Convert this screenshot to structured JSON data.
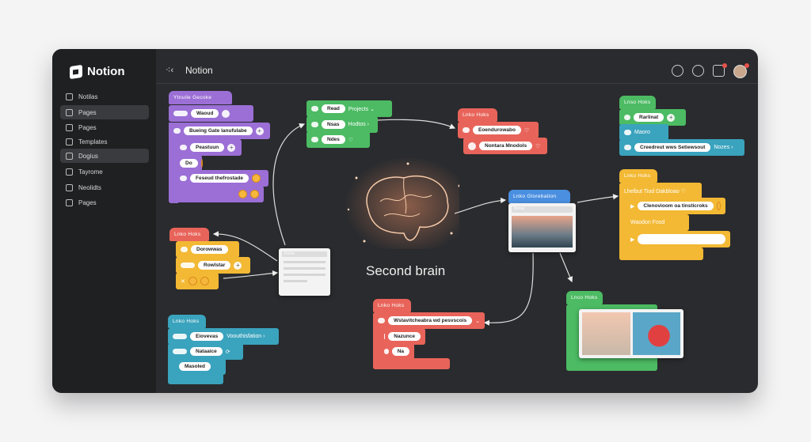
{
  "app": {
    "logo": "Notion",
    "title": "Notion",
    "back_icon": "collapse-icon"
  },
  "sidebar": {
    "items": [
      {
        "label": "Notilas"
      },
      {
        "label": "Pages",
        "active": true
      },
      {
        "label": "Pages"
      },
      {
        "label": "Templates"
      },
      {
        "label": "Dogius",
        "active": true
      },
      {
        "label": "Tayrome"
      },
      {
        "label": "Neolidts"
      },
      {
        "label": "Pages"
      }
    ]
  },
  "header_icons": [
    "search-icon",
    "chat-icon",
    "inbox-icon",
    "avatar"
  ],
  "canvas": {
    "center_label": "Second brain",
    "purple": {
      "hat": "Ytnuile Gecoke",
      "r1": "Waoud",
      "r2": "Bueing Gate lanufulabe",
      "r3": "Peastuun",
      "r4": "Do",
      "r5": "Feseud thefrostade"
    },
    "green_top": {
      "r1": "Read",
      "r1b": "Projects ⌄",
      "r2": "Nsas",
      "r2b": "Hodtos ›",
      "r3": "Ndes"
    },
    "red_top": {
      "hat": "Lnko Hoks",
      "r1": "Eoendurowabo",
      "r2": "Nontara Mnodols"
    },
    "right_top": {
      "hat": "Lnso Hoks",
      "r1": "Rarlinat",
      "r2": "Maoro",
      "r3": "Creedreut wws Setiewsout",
      "r3b": "Nozes ›"
    },
    "yellow": {
      "hat": "Lnko Hoks",
      "r1": "Lhelbut Tiod Dakbloao ♡",
      "r2": "Clenovioom oa tinsticroks",
      "r3": "Waodon Fosd"
    },
    "blue": {
      "hat": "Lnko Glorebation",
      "bar": "Bnnar"
    },
    "red_left": {
      "hat": "Lnko Hoks",
      "r1": "Dorowwas",
      "r2": "Rowlstar"
    },
    "doc": {
      "bar": "Fonre"
    },
    "teal_bottom": {
      "hat": "Lnko Hoks",
      "r1": "Eiovevas",
      "r1b": "Voouthisfation ›",
      "r2": "Nataaice",
      "r3": "Masoled"
    },
    "red_bottom": {
      "hat": "Lnko Hoks",
      "r1": "Wstavitcheabra wd pesvscois",
      "r2": "Nazunce",
      "r3": "Na"
    },
    "green_bottom": {
      "hat": "Lnco Hoks"
    }
  },
  "colors": {
    "purple": "#9b6fd6",
    "green": "#4cbb63",
    "red": "#e8645a",
    "teal": "#3aa3bd",
    "yellow": "#f3b934",
    "blue": "#4a8fe0"
  }
}
